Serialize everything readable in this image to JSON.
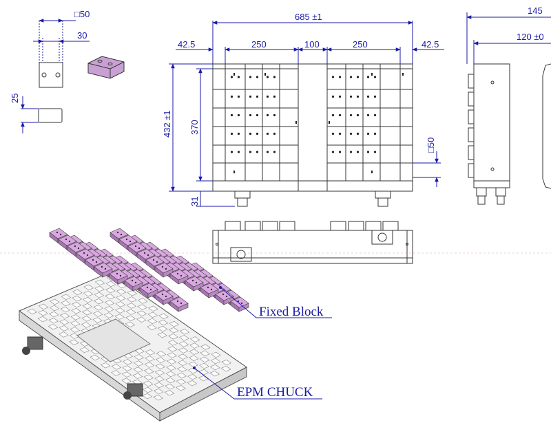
{
  "drawing": {
    "dims": {
      "small_square": "□50",
      "small_width": "30",
      "small_height": "25",
      "overall_width": "685 ±1",
      "left_margin": "42.5",
      "group_left": "250",
      "center_gap": "100",
      "group_right": "250",
      "right_margin": "42.5",
      "overall_height": "432 ±1",
      "inner_height": "370",
      "connector_height": "31",
      "pole_square": "□50",
      "side_total": "145",
      "side_body": "120 ±0"
    },
    "labels": {
      "fixed_block": "Fixed Block",
      "epm_chuck": "EPM CHUCK"
    },
    "colors": {
      "dimension": "#1a1aa8",
      "block_fill": "#d9a8e0",
      "line": "#333333"
    }
  }
}
